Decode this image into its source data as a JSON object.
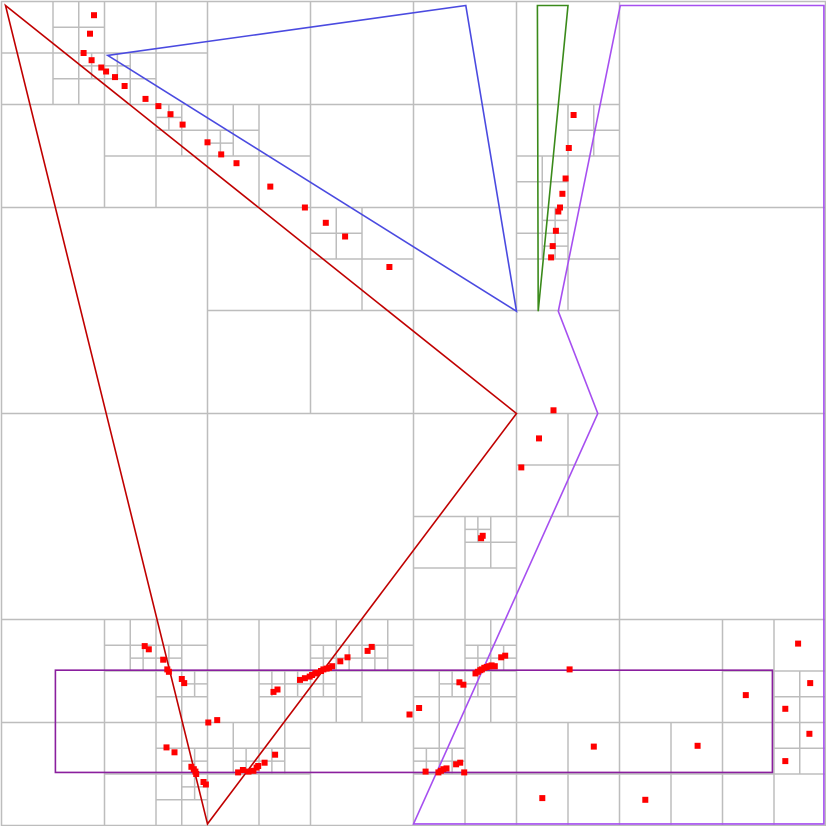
{
  "title": "",
  "colors": {
    "background": "#ffffff",
    "grid": "#bdbdbd",
    "point": "#ff0000",
    "red_polygon": "#c00000",
    "blue_polygon": "#4a4ae0",
    "green_polygon": "#3a8a1a",
    "violet_polygon": "#a64ff0",
    "purple_polygon": "#8a1f9e"
  },
  "chart_data": {
    "type": "scatter",
    "title": "",
    "xlabel": "",
    "ylabel": "",
    "x_range": [
      0,
      1024
    ],
    "y_range": [
      0,
      1024
    ],
    "grid": "quadtree",
    "axes": false,
    "points": [
      [
        115,
        17
      ],
      [
        110,
        40
      ],
      [
        102,
        64
      ],
      [
        112,
        73
      ],
      [
        124,
        82
      ],
      [
        130,
        87
      ],
      [
        141,
        94
      ],
      [
        153,
        105
      ],
      [
        179,
        121
      ],
      [
        195,
        130
      ],
      [
        210,
        140
      ],
      [
        225,
        153
      ],
      [
        256,
        175
      ],
      [
        273,
        190
      ],
      [
        292,
        201
      ],
      [
        334,
        230
      ],
      [
        377,
        256
      ],
      [
        403,
        275
      ],
      [
        427,
        292
      ],
      [
        482,
        330
      ],
      [
        711,
        141
      ],
      [
        705,
        182
      ],
      [
        701,
        220
      ],
      [
        697,
        239
      ],
      [
        694,
        256
      ],
      [
        692,
        261
      ],
      [
        689,
        285
      ],
      [
        685,
        304
      ],
      [
        683,
        318
      ],
      [
        686,
        508
      ],
      [
        668,
        543
      ],
      [
        646,
        579
      ],
      [
        598,
        664
      ],
      [
        596,
        667
      ],
      [
        178,
        801
      ],
      [
        183,
        805
      ],
      [
        201,
        818
      ],
      [
        206,
        830
      ],
      [
        208,
        833
      ],
      [
        224,
        842
      ],
      [
        227,
        847
      ],
      [
        257,
        896
      ],
      [
        268,
        893
      ],
      [
        205,
        927
      ],
      [
        215,
        933
      ],
      [
        236,
        951
      ],
      [
        239,
        954
      ],
      [
        241,
        957
      ],
      [
        242,
        960
      ],
      [
        251,
        970
      ],
      [
        254,
        973
      ],
      [
        294,
        958
      ],
      [
        300,
        955
      ],
      [
        307,
        957
      ],
      [
        313,
        956
      ],
      [
        317,
        952
      ],
      [
        319,
        950
      ],
      [
        327,
        946
      ],
      [
        340,
        936
      ],
      [
        338,
        858
      ],
      [
        343,
        855
      ],
      [
        371,
        843
      ],
      [
        377,
        841
      ],
      [
        383,
        839
      ],
      [
        386,
        837
      ],
      [
        390,
        835
      ],
      [
        392,
        834
      ],
      [
        397,
        832
      ],
      [
        400,
        830
      ],
      [
        404,
        829
      ],
      [
        407,
        828
      ],
      [
        411,
        826
      ],
      [
        421,
        820
      ],
      [
        430,
        815
      ],
      [
        455,
        807
      ],
      [
        460,
        802
      ],
      [
        507,
        886
      ],
      [
        519,
        878
      ],
      [
        569,
        846
      ],
      [
        574,
        849
      ],
      [
        589,
        835
      ],
      [
        592,
        833
      ],
      [
        595,
        831
      ],
      [
        597,
        830
      ],
      [
        600,
        828
      ],
      [
        603,
        827
      ],
      [
        606,
        826
      ],
      [
        609,
        825
      ],
      [
        613,
        826
      ],
      [
        621,
        815
      ],
      [
        626,
        813
      ],
      [
        706,
        830
      ],
      [
        527,
        957
      ],
      [
        543,
        958
      ],
      [
        546,
        956
      ],
      [
        549,
        954
      ],
      [
        553,
        953
      ],
      [
        565,
        948
      ],
      [
        570,
        946
      ],
      [
        575,
        958
      ],
      [
        672,
        990
      ],
      [
        736,
        926
      ],
      [
        800,
        992
      ],
      [
        865,
        925
      ],
      [
        925,
        862
      ],
      [
        990,
        798
      ],
      [
        1005,
        847
      ],
      [
        974,
        879
      ],
      [
        1004,
        910
      ],
      [
        974,
        944
      ]
    ],
    "polygons": [
      {
        "color": "red",
        "vertices": [
          [
            5,
            5
          ],
          [
            640,
            512
          ],
          [
            256,
            1022
          ]
        ]
      },
      {
        "color": "blue",
        "vertices": [
          [
            132,
            67
          ],
          [
            577,
            5
          ],
          [
            640,
            385
          ]
        ]
      },
      {
        "color": "green",
        "vertices": [
          [
            666,
            5
          ],
          [
            704,
            5
          ],
          [
            667,
            385
          ]
        ]
      },
      {
        "color": "violet",
        "vertices": [
          [
            769,
            5
          ],
          [
            1022,
            5
          ],
          [
            1022,
            1022
          ],
          [
            512,
            1022
          ],
          [
            741,
            512
          ],
          [
            692,
            385
          ]
        ]
      },
      {
        "color": "purple",
        "vertices": [
          [
            67,
            831
          ],
          [
            958,
            831
          ],
          [
            958,
            958
          ],
          [
            67,
            958
          ]
        ]
      }
    ]
  }
}
